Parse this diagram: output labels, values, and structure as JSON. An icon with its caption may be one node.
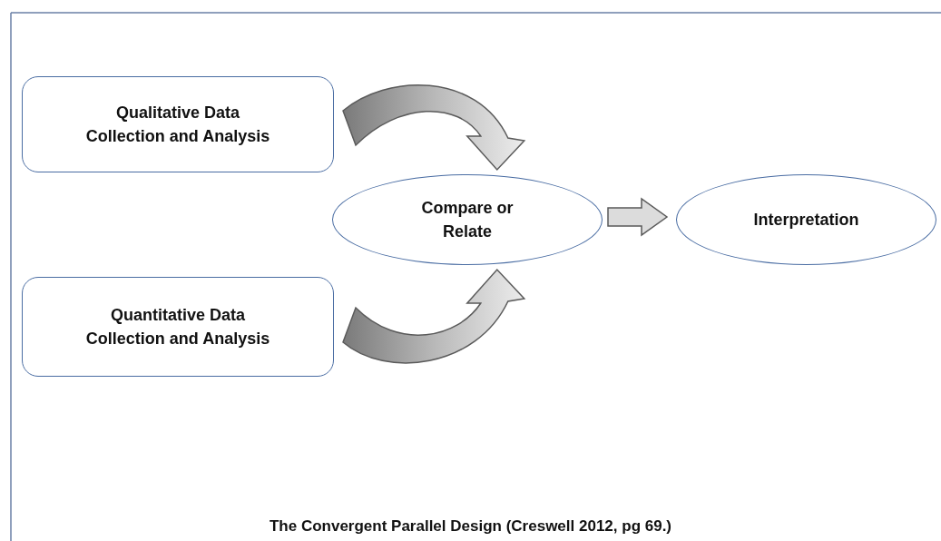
{
  "diagram": {
    "caption": "The Convergent Parallel Design (Creswell 2012, pg 69.)",
    "nodes": [
      {
        "text": [
          "Qualitative Data Collection and Analysis"
        ]
      },
      {
        "text": [
          "Quantitative Data Collection and Analysis"
        ]
      },
      {
        "text": [
          "Compare or Relate"
        ]
      },
      {
        "text": [
          "Interpretation"
        ]
      }
    ],
    "edges": [
      {
        "from": 0,
        "to": 2,
        "arrow": "to",
        "style": "thick"
      },
      {
        "from": 1,
        "to": 2,
        "arrow": "to",
        "style": "thick"
      },
      {
        "from": 2,
        "to": 3,
        "arrow": "to",
        "style": "thick"
      }
    ]
  }
}
